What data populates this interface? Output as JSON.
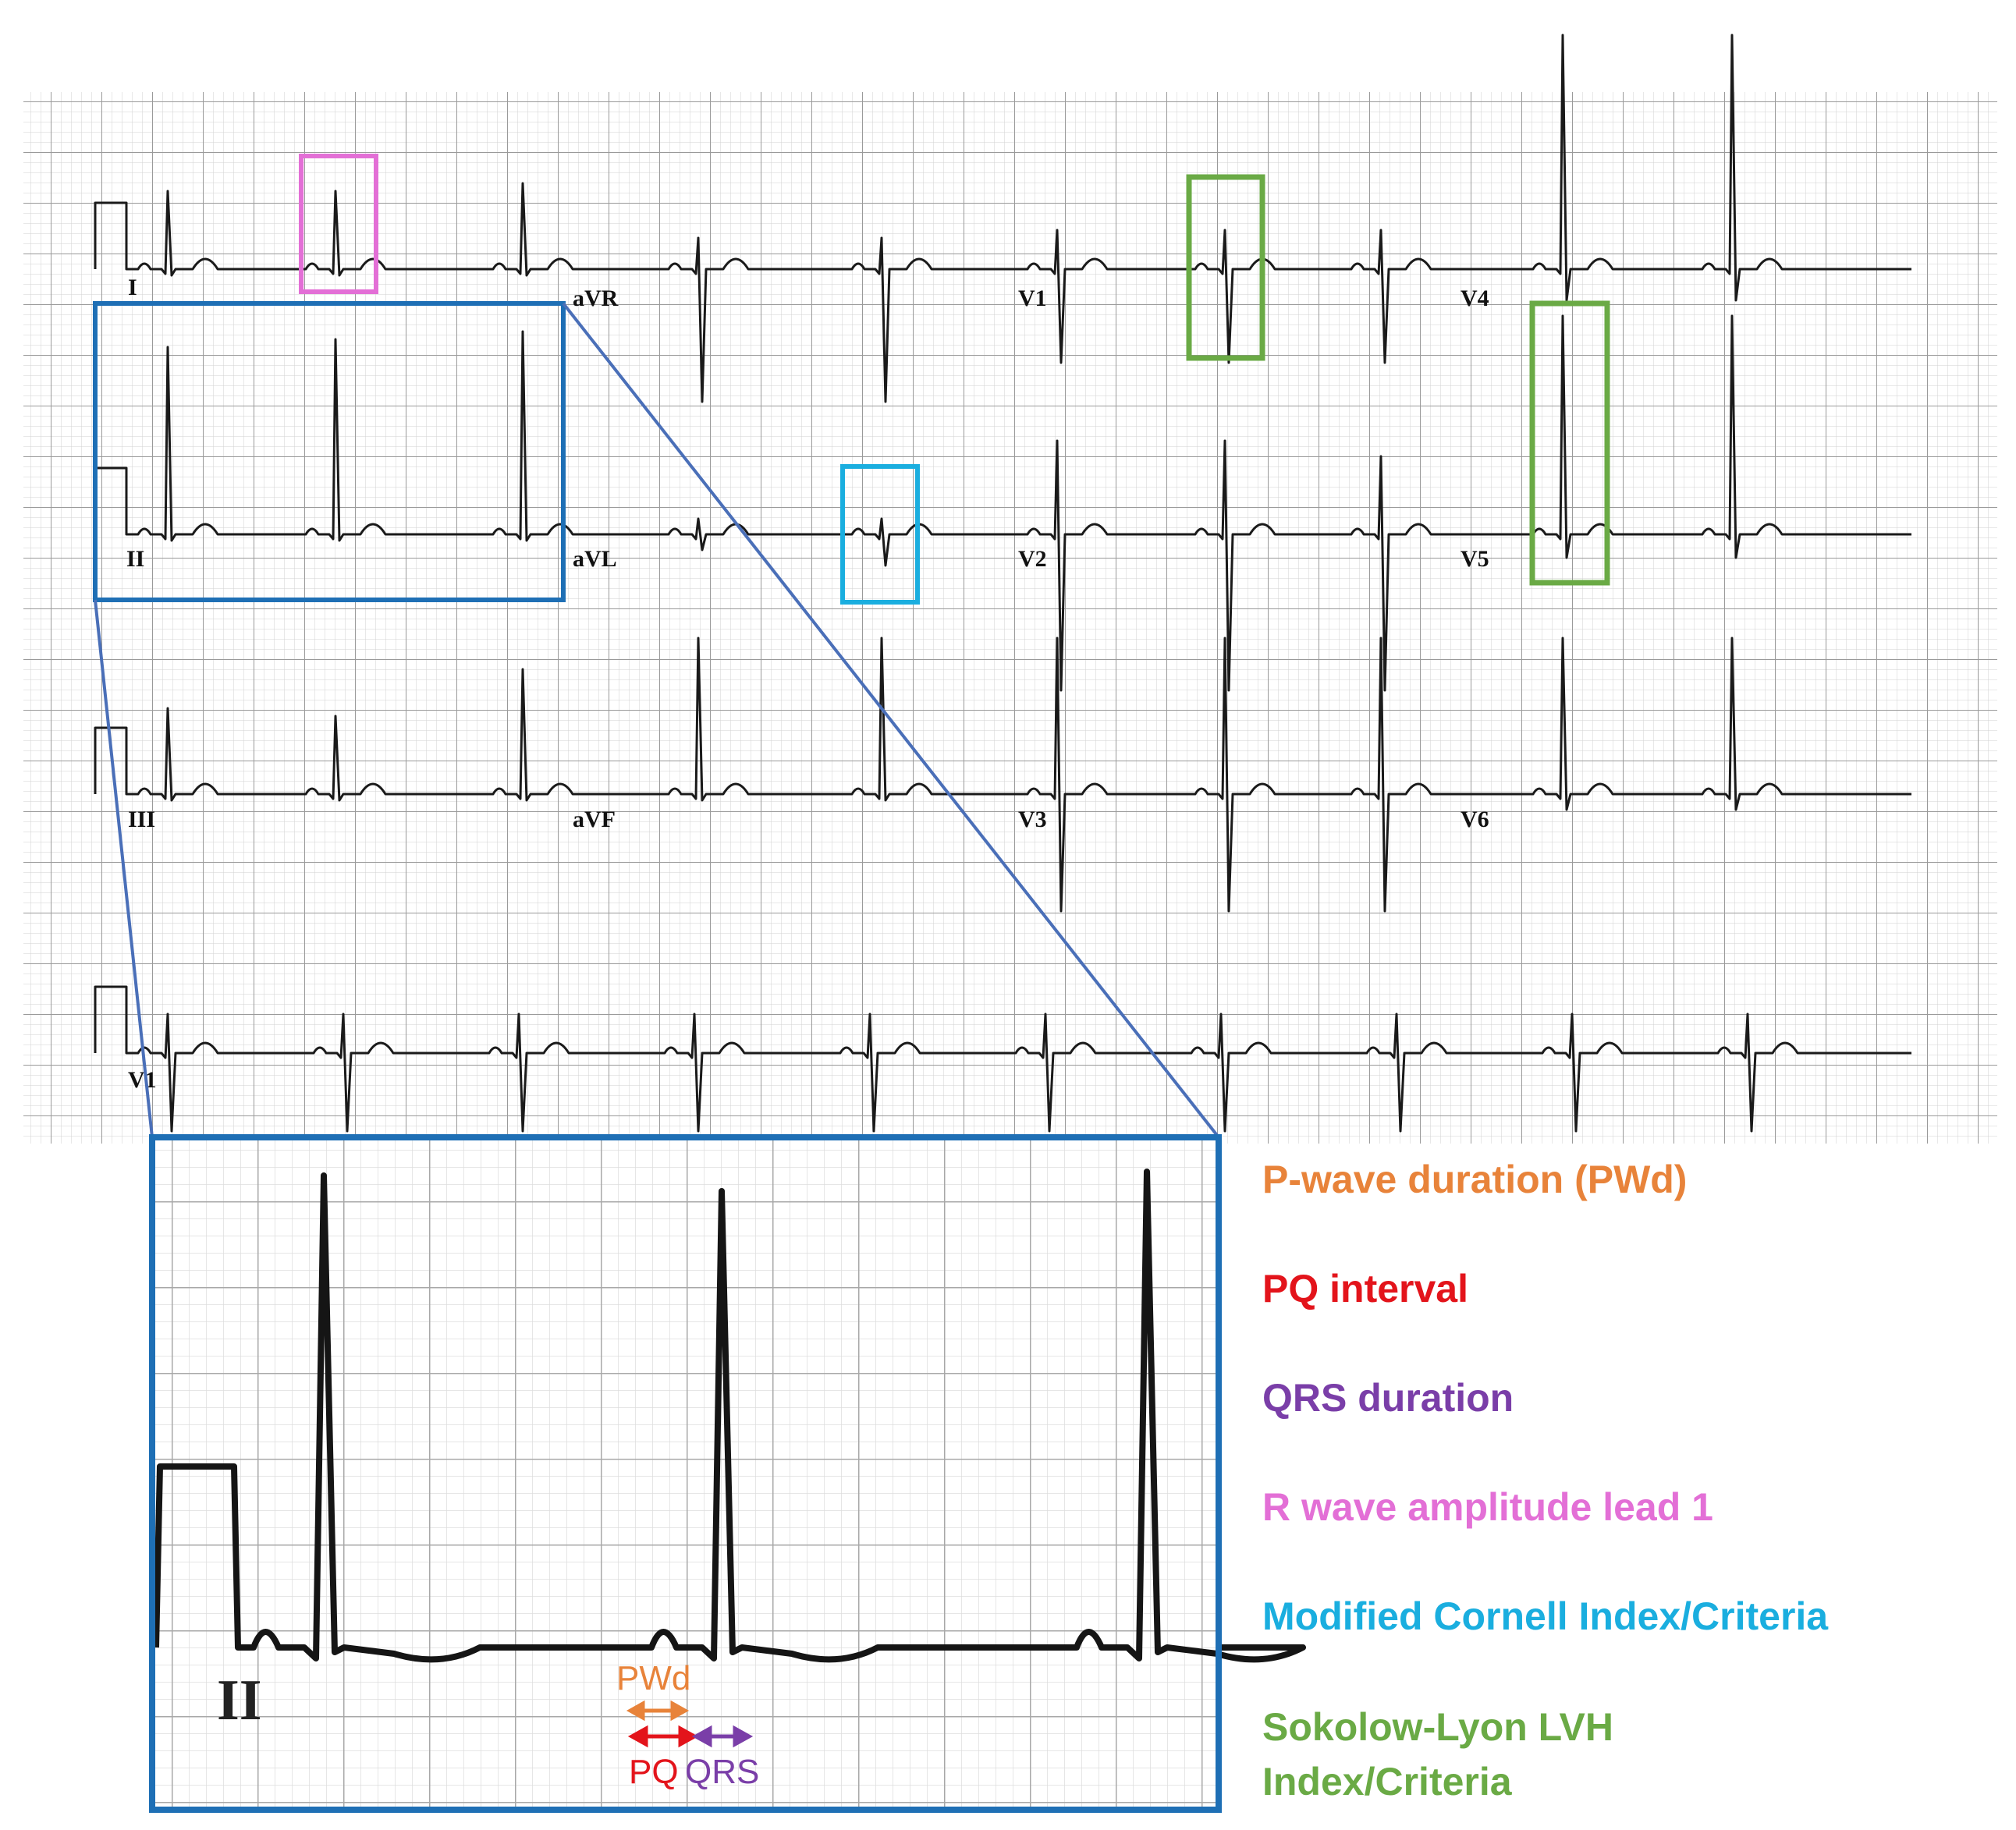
{
  "leads": {
    "lead_1": "I",
    "lead_2": "II",
    "lead_3": "III",
    "avr": "aVR",
    "avl": "aVL",
    "avf": "aVF",
    "v1": "V1",
    "v2": "V2",
    "v3": "V3",
    "v4": "V4",
    "v5": "V5",
    "v6": "V6",
    "rhythm": "V1"
  },
  "zoom": {
    "lead": "II",
    "pwd_mark": "PWd",
    "pq_mark": "PQ",
    "qrs_mark": "QRS"
  },
  "legend": [
    {
      "label": "P-wave duration (PWd)",
      "color": "#E8833A"
    },
    {
      "label": "PQ interval",
      "color": "#E3141B"
    },
    {
      "label": "QRS duration",
      "color": "#7A3EA8"
    },
    {
      "label": "R wave amplitude lead 1",
      "color": "#E36FD6"
    },
    {
      "label": "Modified Cornell Index/Criteria",
      "color": "#1AAEDF"
    },
    {
      "label": "Sokolow-Lyon LVH",
      "label2": "Index/Criteria",
      "color": "#6AAA45"
    }
  ],
  "highlight_colors": {
    "r_wave_box": "#E36FD6",
    "cornell_box": "#1AAEDF",
    "sokolow_box": "#6AAA45",
    "zoom_box": "#1E6FB5",
    "connector": "#4A6FB8"
  }
}
